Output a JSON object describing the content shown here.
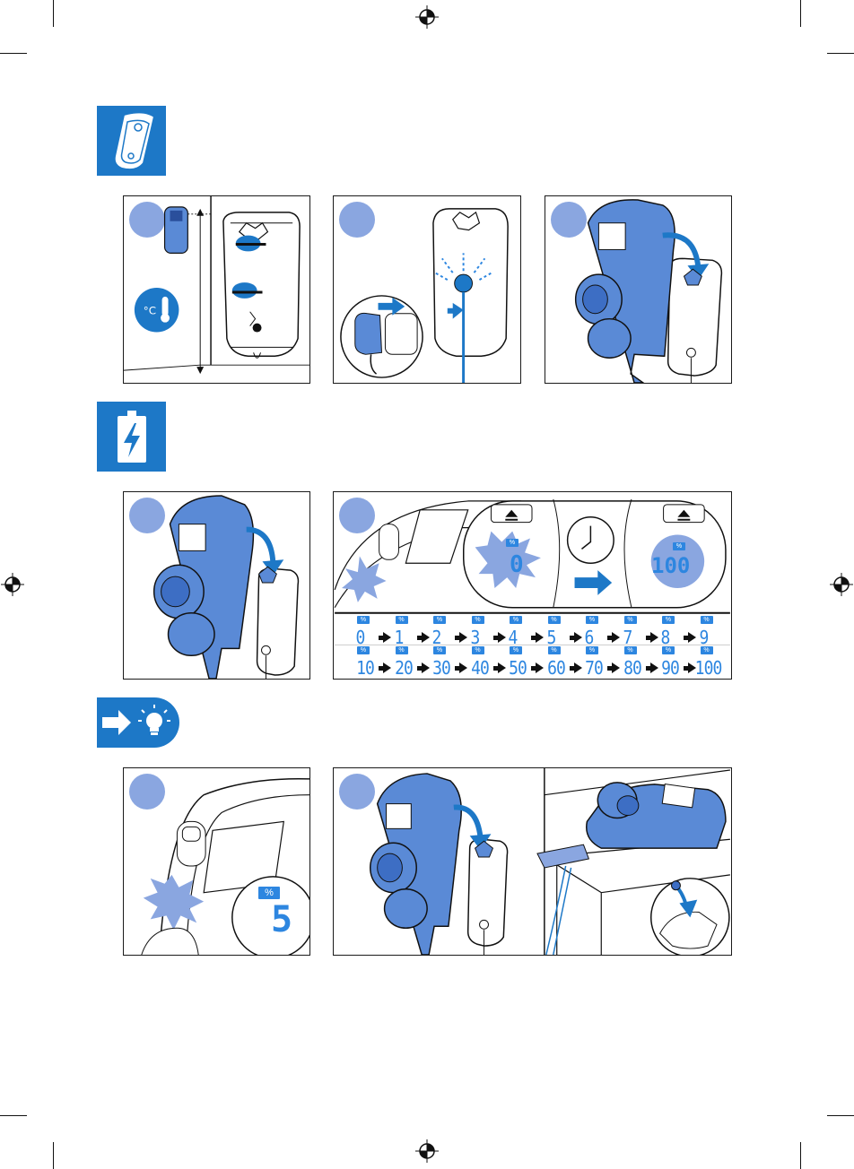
{
  "symbols": {
    "temperature_unit": "°C",
    "percent_badge": "%"
  },
  "charging": {
    "start_value": "0",
    "full_value": "100",
    "sequence_row1": [
      "0",
      "1",
      "2",
      "3",
      "4",
      "5",
      "6",
      "7",
      "8",
      "9"
    ],
    "sequence_row2": [
      "10",
      "20",
      "30",
      "40",
      "50",
      "60",
      "70",
      "80",
      "90",
      "100"
    ]
  },
  "tip": {
    "low_value": "5"
  },
  "colors": {
    "brand_blue": "#1d78c7",
    "step_circle": "#8aa6e0",
    "device_blue": "#5a8ad6",
    "display_blue": "#2d86e0"
  }
}
